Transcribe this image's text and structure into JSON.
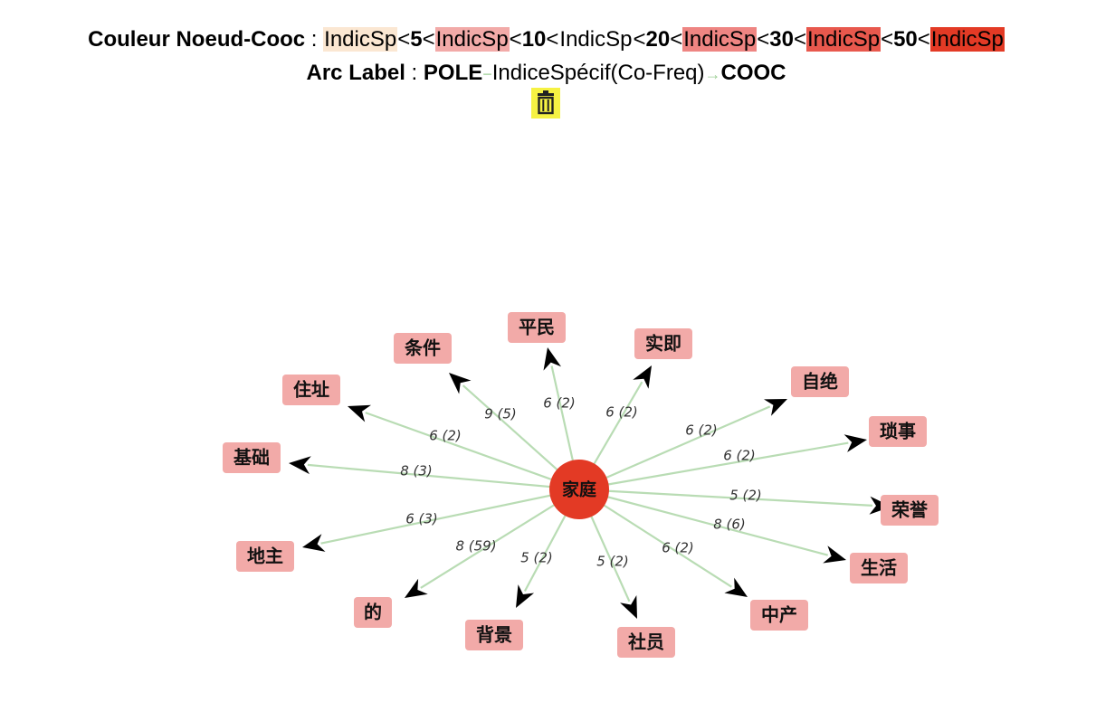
{
  "legend": {
    "title": "Couleur Noeud-Cooc",
    "colon": " : ",
    "items": [
      {
        "label": "IndicSp",
        "color": "#fbe7d2"
      },
      {
        "threshold": "5"
      },
      {
        "label": "IndicSp",
        "color": "#f2aaa8"
      },
      {
        "threshold": "10"
      },
      {
        "label": "IndicSp",
        "color": "#ffffff"
      },
      {
        "threshold": "20"
      },
      {
        "label": "IndicSp",
        "color": "#ee8582"
      },
      {
        "threshold": "30"
      },
      {
        "label": "IndicSp",
        "color": "#e8584d"
      },
      {
        "threshold": "50"
      },
      {
        "label": "IndicSp",
        "color": "#e33a25"
      }
    ],
    "separator": "<"
  },
  "arc_legend": {
    "title": "Arc Label",
    "colon": " : ",
    "source": "POLE",
    "dash": "−",
    "measure": "IndiceSpécif(Co-Freq)",
    "arrow": "→",
    "target": "COOC"
  },
  "toolbar": {
    "trash_icon": "trash-icon"
  },
  "colors": {
    "center_node": "#e33a25",
    "node": "#f2aaa8",
    "edge": "#b9dcb4",
    "arrow": "#000000",
    "trash_bg": "#f6f243"
  },
  "graph": {
    "center": "家庭",
    "nodes": [
      {
        "label": "平民",
        "edge_label": "6 (2)"
      },
      {
        "label": "实即",
        "edge_label": "6 (2)"
      },
      {
        "label": "自绝",
        "edge_label": "6 (2)"
      },
      {
        "label": "琐事",
        "edge_label": "6 (2)"
      },
      {
        "label": "荣誉",
        "edge_label": "5 (2)"
      },
      {
        "label": "生活",
        "edge_label": "8 (6)"
      },
      {
        "label": "中产",
        "edge_label": "6 (2)"
      },
      {
        "label": "社员",
        "edge_label": "5 (2)"
      },
      {
        "label": "背景",
        "edge_label": "5 (2)"
      },
      {
        "label": "的",
        "edge_label": "8 (59)"
      },
      {
        "label": "地主",
        "edge_label": "6 (3)"
      },
      {
        "label": "基础",
        "edge_label": "8 (3)"
      },
      {
        "label": "住址",
        "edge_label": "6 (2)"
      },
      {
        "label": "条件",
        "edge_label": "9 (5)"
      }
    ]
  }
}
